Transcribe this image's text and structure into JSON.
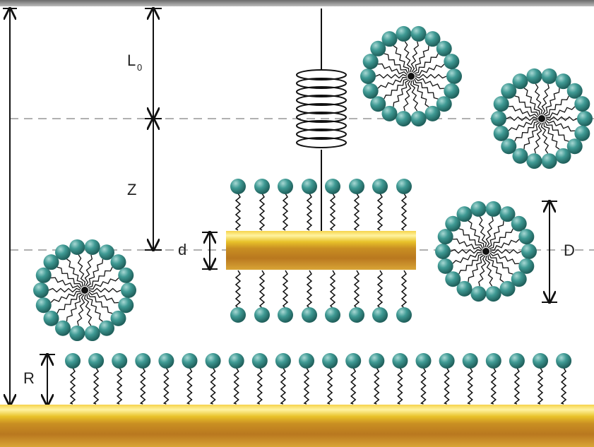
{
  "labels": {
    "l0_main": "L",
    "l0_sub": "0",
    "z": "Z",
    "d": "d",
    "D": "D",
    "R": "R"
  },
  "colors": {
    "head_light": "#a8d8d4",
    "head_mid": "#3f9a94",
    "head_dark": "#1f5e5a",
    "gold_light": "#fff3a0",
    "gold_mid": "#e8c22a",
    "gold_dark": "#b9781f",
    "line": "#111111",
    "dash": "#b0b0b0"
  }
}
